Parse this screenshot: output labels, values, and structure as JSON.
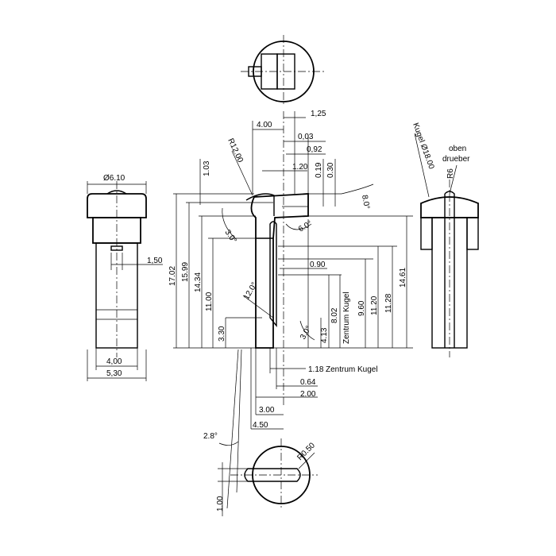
{
  "views": {
    "left": {
      "dia_top": "Ø6.10",
      "w_inner": "4,00",
      "w_outer": "5,30",
      "side_offset": "1,50"
    },
    "main": {
      "top": [
        "4.00",
        "1,25",
        "0,03",
        "0,92",
        "1.20",
        "0.19",
        "0.30",
        "1.03",
        "R12.00"
      ],
      "angles": [
        "8.0°",
        "3.0°",
        "6.0°",
        "12.0°",
        "3.0°"
      ],
      "heights_left": [
        "17.02",
        "15.99",
        "14.34",
        "11.00",
        "3.30"
      ],
      "heights_right": [
        "8.02",
        "4.13",
        "9.60",
        "11.20",
        "11.28",
        "14.61"
      ],
      "zentrum_v": "Zentrum Kugel",
      "h090": "0.90",
      "h118": "1.18",
      "zentrum_h": "Zentrum Kugel",
      "bottom": [
        "0.64",
        "2.00",
        "3.00",
        "4.50"
      ]
    },
    "right": {
      "sphere": "Kugel Ø18.00",
      "oben": "oben",
      "drueber": "drueber",
      "r6": "R6"
    },
    "bottom": {
      "angle": "2.8°",
      "radius": "R0.50",
      "slot_h": "1.00"
    }
  }
}
